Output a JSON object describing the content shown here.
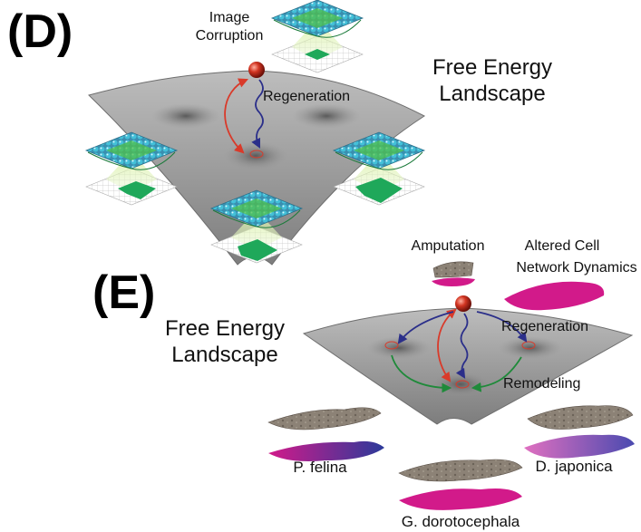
{
  "panel_d": {
    "label": "(D)",
    "title_line1": "Free Energy",
    "title_line2": "Landscape",
    "corruption_line1": "Image",
    "corruption_line2": "Corruption",
    "regeneration": "Regeneration"
  },
  "panel_e": {
    "label": "(E)",
    "title_line1": "Free Energy",
    "title_line2": "Landscape",
    "amputation": "Amputation",
    "altered_line1": "Altered Cell",
    "altered_line2": "Network Dynamics",
    "regeneration": "Regeneration",
    "remodeling": "Remodeling",
    "species": {
      "p_felina": "P. felina",
      "d_japonica": "D. japonica",
      "g_dorotocephala": "G. dorotocephala"
    }
  },
  "colors": {
    "surface": "#8e8e8e",
    "ball": "#c0281c",
    "regeneration_arrow": "#2b2f8a",
    "corruption_arrow": "#d93a2a",
    "remodeling_arrow": "#1f8a3a",
    "network_node": "#2aa6c4",
    "pattern_green": "#1fa85a",
    "worm_magenta": "#d21a8a",
    "worm_brown": "#8a7f72"
  }
}
